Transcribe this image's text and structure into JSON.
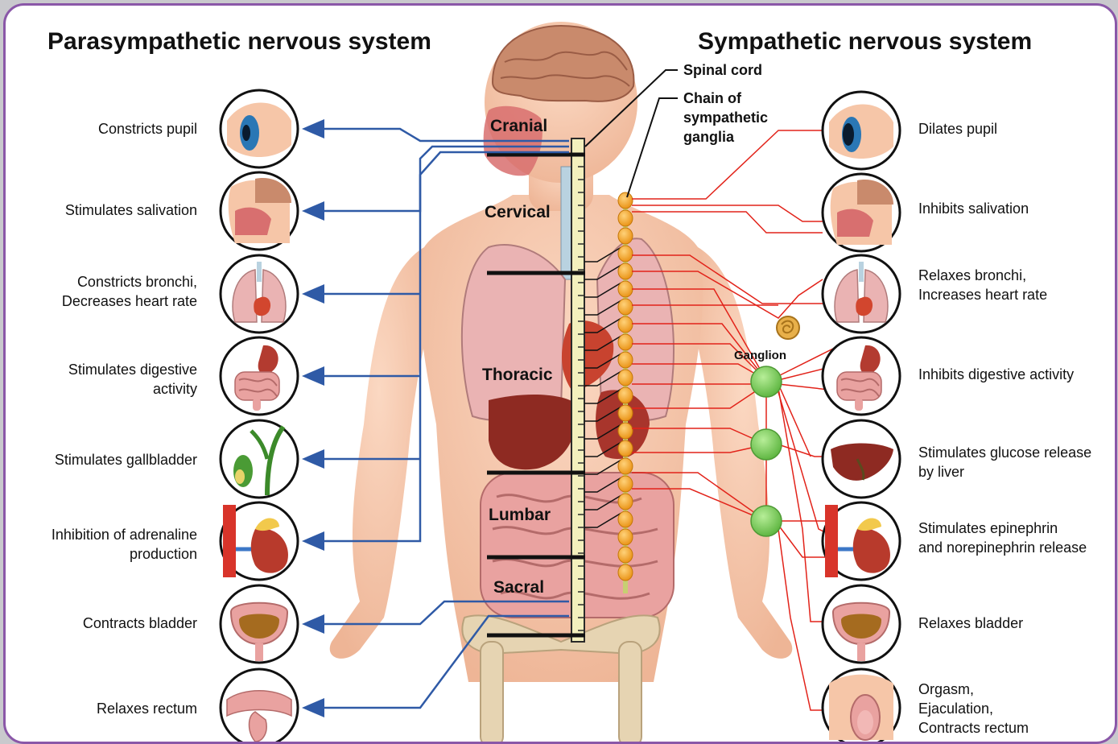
{
  "titles": {
    "left": "Parasympathetic nervous system",
    "right": "Sympathetic nervous system"
  },
  "callouts": {
    "spinal_cord": "Spinal cord",
    "chain": [
      "Chain of",
      "sympathetic",
      "ganglia"
    ],
    "ganglion": "Ganglion"
  },
  "spine_regions": [
    "Cranial",
    "Cervical",
    "Thoracic",
    "Lumbar",
    "Sacral"
  ],
  "parasympathetic": [
    {
      "lines": [
        "Constricts pupil"
      ],
      "icon": "eye-icon"
    },
    {
      "lines": [
        "Stimulates salivation"
      ],
      "icon": "salivary-head-icon"
    },
    {
      "lines": [
        "Constricts bronchi,",
        "Decreases heart rate"
      ],
      "icon": "lungs-heart-icon"
    },
    {
      "lines": [
        "Stimulates digestive",
        "activity"
      ],
      "icon": "stomach-intestines-icon"
    },
    {
      "lines": [
        "Stimulates gallbladder"
      ],
      "icon": "gallbladder-icon"
    },
    {
      "lines": [
        "Inhibition of adrenaline",
        "production"
      ],
      "icon": "kidney-adrenal-icon"
    },
    {
      "lines": [
        "Contracts bladder"
      ],
      "icon": "bladder-icon"
    },
    {
      "lines": [
        "Relaxes rectum"
      ],
      "icon": "rectum-icon"
    }
  ],
  "sympathetic": [
    {
      "lines": [
        "Dilates pupil"
      ],
      "icon": "eye-icon"
    },
    {
      "lines": [
        "Inhibits salivation"
      ],
      "icon": "salivary-head-icon"
    },
    {
      "lines": [
        "Relaxes bronchi,",
        "Increases heart rate"
      ],
      "icon": "lungs-heart-icon"
    },
    {
      "lines": [
        "Inhibits digestive activity"
      ],
      "icon": "stomach-intestines-icon"
    },
    {
      "lines": [
        "Stimulates glucose release",
        "by liver"
      ],
      "icon": "liver-icon"
    },
    {
      "lines": [
        "Stimulates epinephrin",
        "and norepinephrin release"
      ],
      "icon": "kidney-adrenal-icon"
    },
    {
      "lines": [
        "Relaxes bladder"
      ],
      "icon": "bladder-icon"
    },
    {
      "lines": [
        "Orgasm,",
        "Ejaculation,",
        "Contracts rectum"
      ],
      "icon": "reproductive-icon"
    }
  ],
  "colors": {
    "parasympathetic_line": "#2f5aa6",
    "sympathetic_line": "#e2231a",
    "ganglion": "#7cc95a",
    "chain_ganglia": "#f5a623",
    "frame": "#8a57a8",
    "skin": "#f6c6a8"
  }
}
